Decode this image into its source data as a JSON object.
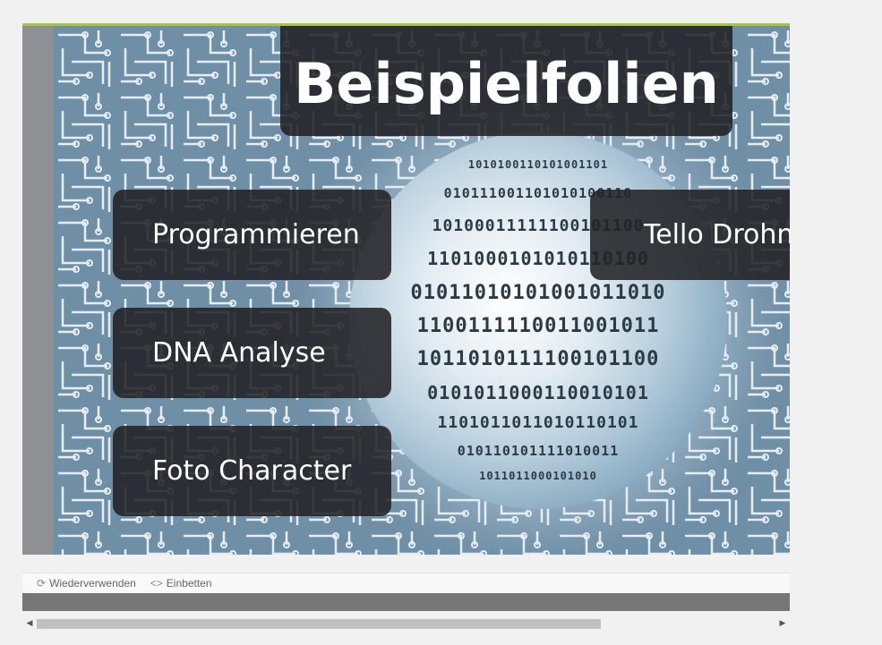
{
  "slide": {
    "title": "Beispielfolien",
    "buttons": [
      {
        "label": "Programmieren"
      },
      {
        "label": "DNA Analyse"
      },
      {
        "label": "Foto Character"
      },
      {
        "label": "Tello Drohn"
      }
    ]
  },
  "footer": {
    "reuse_label": "Wiederverwenden",
    "embed_label": "Einbetten"
  },
  "colors": {
    "accent_bar": "#a6c43c",
    "panel": "#222226",
    "frame": "#8e9093"
  },
  "icons": {
    "reuse": "refresh-icon",
    "embed": "code-icon",
    "scroll_left": "arrow-left-icon",
    "scroll_right": "arrow-right-icon"
  }
}
